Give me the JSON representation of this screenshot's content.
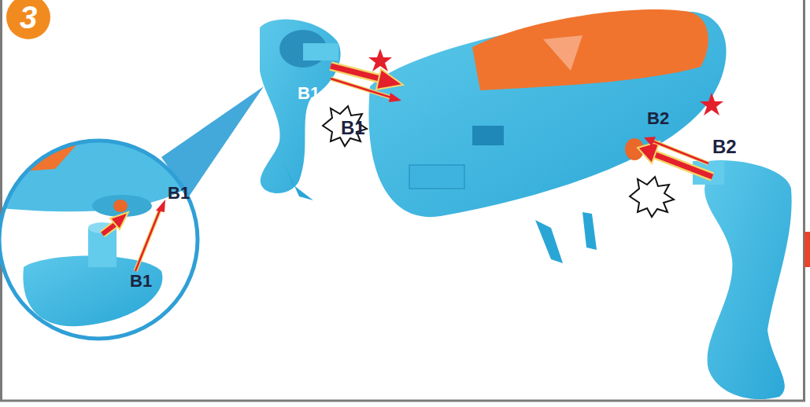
{
  "diagram": {
    "labels": [
      "3",
      "B1",
      "B1",
      "B1",
      "B1",
      "B2",
      "B2"
    ]
  }
}
